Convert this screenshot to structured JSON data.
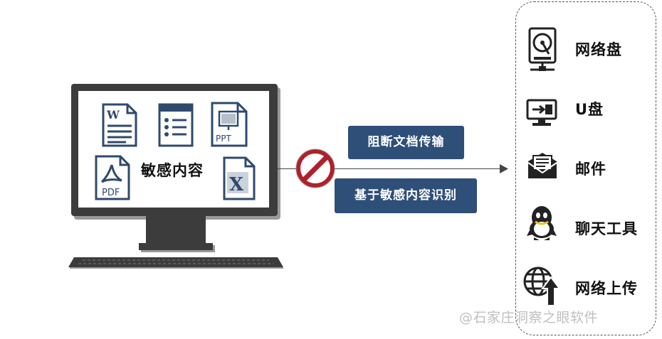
{
  "computer": {
    "center_label": "敏感内容",
    "file_icons": [
      {
        "name": "word-doc",
        "label": "W"
      },
      {
        "name": "list-doc",
        "label": ""
      },
      {
        "name": "ppt-doc",
        "label": "PPT"
      },
      {
        "name": "pdf-doc",
        "label": "PDF"
      },
      {
        "name": "excel-doc",
        "label": "X"
      }
    ]
  },
  "flow": {
    "block_label": "阻断文档传输",
    "basis_label": "基于敏感内容识别"
  },
  "destinations": [
    {
      "icon": "network-disk-icon",
      "label": "网络盘"
    },
    {
      "icon": "usb-disk-icon",
      "label": "U盘"
    },
    {
      "icon": "email-icon",
      "label": "邮件"
    },
    {
      "icon": "chat-tool-icon",
      "label": "聊天工具"
    },
    {
      "icon": "web-upload-icon",
      "label": "网络上传"
    }
  ],
  "watermark": "@石家庄洞察之眼软件",
  "colors": {
    "button_bg": "#2e4f78",
    "block_sign": "#b0202a",
    "dark": "#3c3c3c"
  }
}
